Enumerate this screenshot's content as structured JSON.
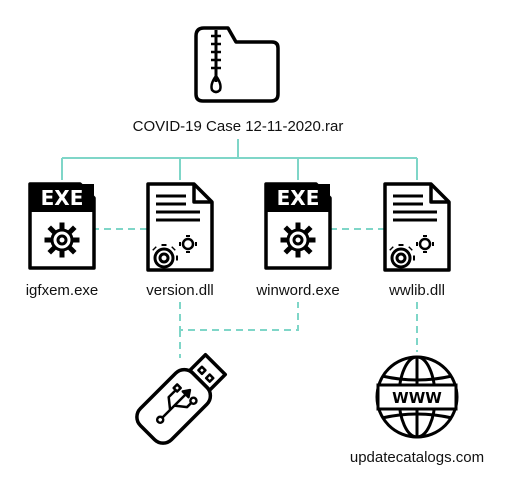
{
  "archive": {
    "filename": "COVID-19 Case 12-11-2020.rar",
    "icon": "zip-folder-icon"
  },
  "files": [
    {
      "name": "igfxem.exe",
      "icon": "exe-file-icon",
      "badge": "EXE"
    },
    {
      "name": "version.dll",
      "icon": "dll-file-icon"
    },
    {
      "name": "winword.exe",
      "icon": "exe-file-icon",
      "badge": "EXE"
    },
    {
      "name": "wwlib.dll",
      "icon": "dll-file-icon"
    }
  ],
  "usb": {
    "icon": "usb-drive-icon"
  },
  "web": {
    "domain": "updatecatalogs.com",
    "icon": "globe-icon",
    "badge": "WWW"
  },
  "colors": {
    "tree_line": "#7fd6c8",
    "dashed_line": "#7fd6c8",
    "icon_stroke": "#000000"
  }
}
